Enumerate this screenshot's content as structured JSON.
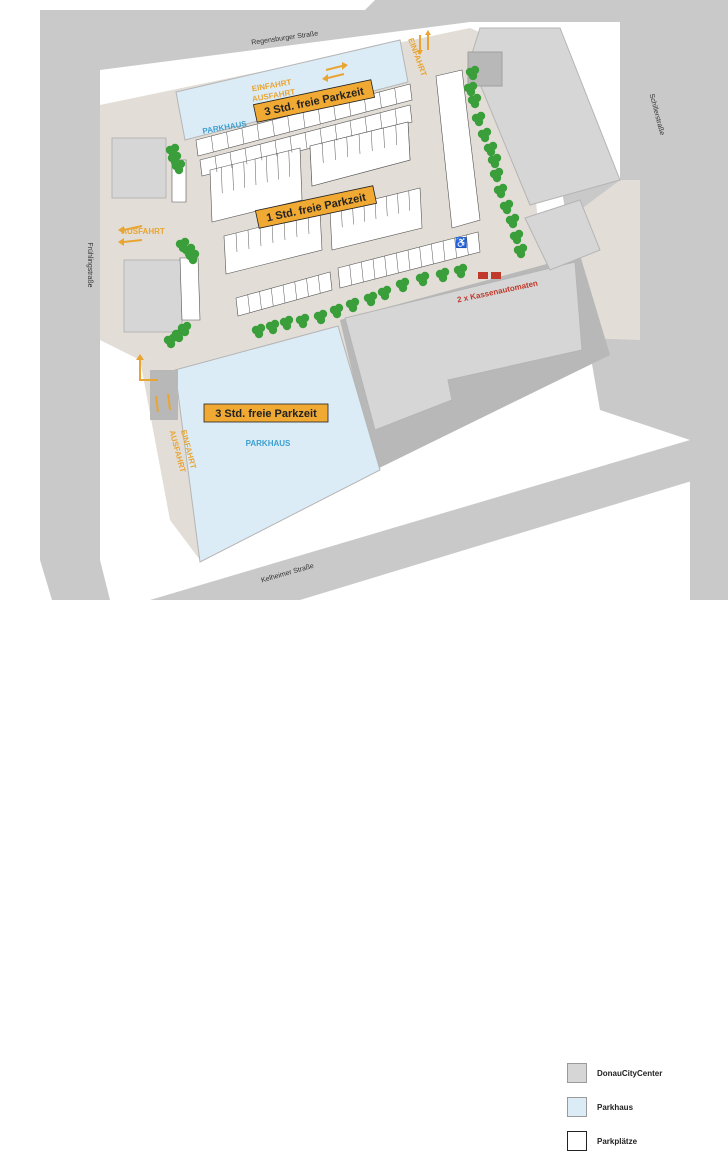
{
  "roads": {
    "north": "Regensburger Straße",
    "east": "Schillerstraße",
    "west": "Frühlingstraße",
    "south": "Kelheimer Straße"
  },
  "labels": {
    "einfahrt_ausfahrt_north": [
      "EINFAHRT",
      "AUSFAHRT"
    ],
    "einfahrt_top": "EINFAHRT",
    "parkhaus_north": "PARKHAUS",
    "parkhaus_south": "PARKHAUS",
    "ausfahrt_west": "AUSFAHRT",
    "einfahrt_ausfahrt_south": [
      "EINFAHRT",
      "AUSFAHRT"
    ],
    "free_parking_3h_north": "3 Std. freie Parkzeit",
    "free_parking_1h": "1 Std. freie Parkzeit",
    "free_parking_3h_south": "3 Std. freie Parkzeit",
    "kassenautomaten": "2 x Kassenautomaten"
  },
  "legend": [
    {
      "label": "DonauCityCenter",
      "color": "#d6d6d6"
    },
    {
      "label": "Parkhaus",
      "color": "#dcecf7"
    },
    {
      "label": "Parkplätze",
      "color": "#ffffff"
    }
  ],
  "colors": {
    "road": "#c9c9c9",
    "lot": "#e2ddd6",
    "building": "#d6d6d6",
    "parkhaus": "#dcecf7",
    "accent_orange": "#e8a533",
    "accent_blue": "#3c9fd1",
    "tree": "#3a9e3a",
    "kasse": "#c0392b"
  }
}
